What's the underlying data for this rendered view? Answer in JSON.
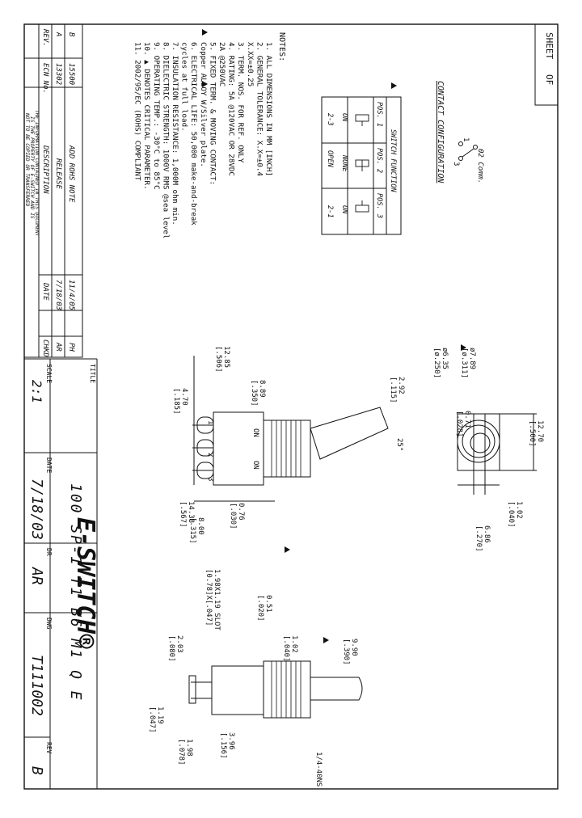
{
  "sheet": {
    "label": "SHEET",
    "of": "OF"
  },
  "title_block": {
    "title_label": "TITLE",
    "title": "100 SP-1 T1 B6 M1 Q E",
    "scale_label": "SCALE",
    "scale": "2:1",
    "date_label": "DATE",
    "date": "7/18/03",
    "dr_label": "DR",
    "dr": "AR",
    "dwg_label": "DWG",
    "dwg": "T111002",
    "rev_label": "REV",
    "rev": "B",
    "logo": "E-SWITCH®"
  },
  "revision_table": {
    "headers": [
      "REV.",
      "ECN No.",
      "DESCRIPTION",
      "DATE",
      "CHKD"
    ],
    "rows": [
      [
        "B",
        "15500",
        "ADD ROHS NOTE",
        "11/4/05",
        "PH"
      ],
      [
        "A",
        "13302",
        "RELEASE",
        "7/18/03",
        "AR"
      ]
    ],
    "disclaimer": [
      "THE INFORMATION CONTAINED IN THIS DOCUMENT",
      "IS THE PROPERTY OF E-SWITCH AND IS",
      "NOT TO BE COPIED OR TRANSFERRED"
    ]
  },
  "notes": {
    "title": "NOTES:",
    "items": [
      "1.  ALL DIMENSIONS IN MM [INCH]",
      "2.  GENERAL TOLERANCE: X.X=±0.4",
      "                        X.XX=±0.25",
      "3.  TERM. NOS. FOR REF. ONLY",
      "4.  RATING: 5A @120VAC OR 28VDC",
      "    2A @250VAC",
      "5.  FIXED TERM. & MOVING CONTACT:",
      "    Copper ALLOY W/Silver plate.",
      "6.  ELECTRICAL LIFE: 50,000 make-and-break",
      "    cycles at full load.",
      "7.  INSULATION RESISTANCE: 1,000M ohm min.",
      "8.  DIELECTRIC STRENGTH: 1000V RMS @sea level",
      "9.  OPERATING TEMP.: -30°C to 85°C",
      "10. ▲ DENOTES CRITICAL PARAMETER.",
      "11. 2002/95/EC (ROHS) COMPLIANT"
    ]
  },
  "contact_config": {
    "title": "CONTACT CONFIGURATION",
    "comm_label": "02 Comm.",
    "term_labels": [
      "1",
      "3"
    ],
    "table_header": "SWITCH FUNCTION",
    "columns": [
      "POS. 1",
      "POS. 2",
      "POS. 3"
    ],
    "row1": [
      "ON",
      "NONE",
      "ON"
    ],
    "row2": [
      "2-3",
      "OPEN",
      "2-1"
    ]
  },
  "dimensions": {
    "front": [
      "12.70",
      "[.500]",
      "1.02",
      "[.040]",
      "6.86",
      "[.270]",
      "0.71",
      "[.028]",
      "ø7.89",
      "[ø.311]",
      "ø6.35",
      "[ø.250]"
    ],
    "side": [
      "2.92",
      "[.115]",
      "25°",
      "12.85",
      "[.506]",
      "8.89",
      "[.350]",
      "4.70",
      "[.185]",
      "0.76",
      "[.030]",
      "14.38",
      "[.567]",
      "8.00",
      "[.315]",
      "ON",
      "ON",
      "1",
      "2",
      "3"
    ],
    "end": [
      "9.90",
      "[.390]",
      "0.51",
      "[.020]",
      "1.02",
      "[.040]",
      "1.98X1.19 SLOT",
      "[0.78]X[.047]",
      "2.03",
      "[.080]",
      "1.19",
      "[.047]",
      "1.98",
      "[.078]",
      "3.96",
      "[.156]",
      "1/4-40NS"
    ]
  }
}
